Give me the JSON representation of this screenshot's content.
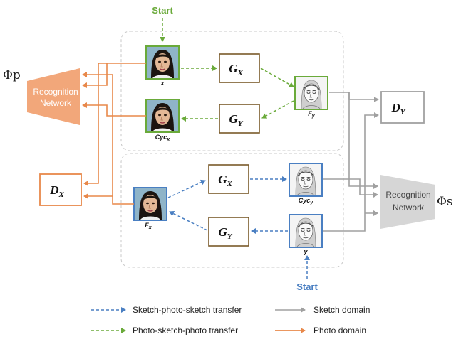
{
  "start_top": "Start",
  "start_bottom": "Start",
  "phi_p": "Φp",
  "phi_s": "Φs",
  "recognition_photo": {
    "line1": "Recognition",
    "line2": "Network"
  },
  "recognition_sketch": {
    "line1": "Recognition",
    "line2": "Network"
  },
  "gen_x_top": {
    "main": "G",
    "sub": "X"
  },
  "gen_y_top": {
    "main": "G",
    "sub": "Y"
  },
  "gen_x_bottom": {
    "main": "G",
    "sub": "X"
  },
  "gen_y_bottom": {
    "main": "G",
    "sub": "Y"
  },
  "disc_x": {
    "main": "D",
    "sub": "X"
  },
  "disc_y": {
    "main": "D",
    "sub": "Y"
  },
  "labels": {
    "x": "x",
    "cyc_x": "Cyc",
    "cyc_x_sub": "x",
    "f_y": "F",
    "f_y_sub": "y",
    "f_x": "F",
    "f_x_sub": "x",
    "cyc_y": "Cyc",
    "cyc_y_sub": "y",
    "y": "y"
  },
  "legend": {
    "sketch_photo_sketch": "Sketch-photo-sketch transfer",
    "photo_sketch_photo": "Photo-sketch-photo transfer",
    "sketch_domain": "Sketch domain",
    "photo_domain": "Photo domain"
  },
  "colors": {
    "photo": "#e8884a",
    "photo_fill": "#f2a77a",
    "sketch": "#a0a0a0",
    "sketch_fill": "#d6d6d6",
    "green": "#6aaa3a",
    "blue": "#4a7fc2",
    "gen_border": "#7a5a2a",
    "start": "#6aaa3a",
    "start_blue": "#4a7fc2"
  }
}
